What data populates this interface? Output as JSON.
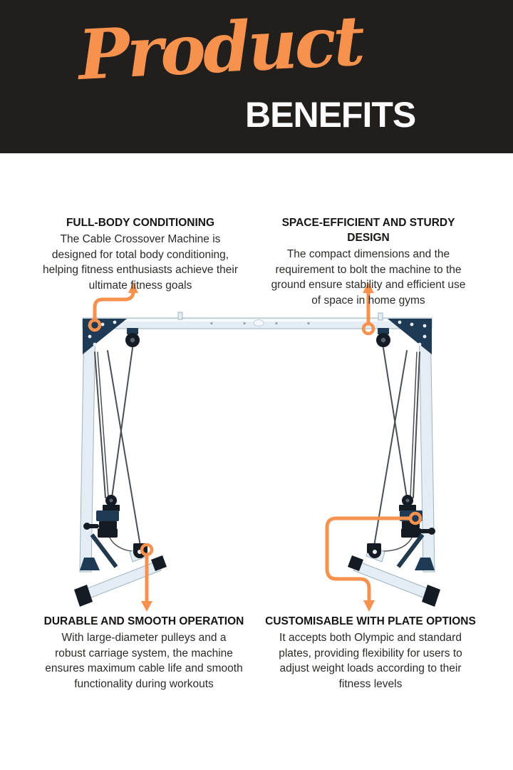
{
  "colors": {
    "accent_orange": "#f7914e",
    "header_bg": "#221e1c",
    "headline_white": "#fcfcfc",
    "text_dark": "#2d2b28",
    "title_dark": "#171513",
    "machine_light": "#e3edf3",
    "machine_stroke": "#9fb3bd",
    "machine_dark": "#1e3a54",
    "machine_black": "#141b23",
    "cable": "#4a4f55",
    "bolt_white": "#e9eef2"
  },
  "header": {
    "script_word": "Product",
    "main_word": "BENEFITS"
  },
  "illustration": {
    "subject": "cable-crossover-machine"
  },
  "benefits": {
    "top_left": {
      "title": "FULL-BODY CONDITIONING",
      "lines": [
        "The Cable Crossover Machine is",
        "designed for total body conditioning,",
        "helping fitness enthusiasts achieve their",
        "ultimate fitness goals"
      ]
    },
    "top_right": {
      "title": "SPACE-EFFICIENT AND STURDY DESIGN",
      "lines": [
        "The compact dimensions and the",
        "requirement to bolt the machine to the",
        "ground ensure stability and efficient use",
        "of space in home gyms"
      ]
    },
    "bottom_left": {
      "title": "DURABLE AND SMOOTH OPERATION",
      "lines": [
        "With large-diameter pulleys and a",
        "robust carriage system, the machine",
        "ensures maximum cable life and smooth",
        "functionality during workouts"
      ]
    },
    "bottom_right": {
      "title": "CUSTOMISABLE WITH PLATE OPTIONS",
      "lines": [
        "It accepts both Olympic and standard",
        "plates, providing flexibility for users to",
        "adjust weight loads according to their",
        "fitness levels"
      ]
    }
  }
}
